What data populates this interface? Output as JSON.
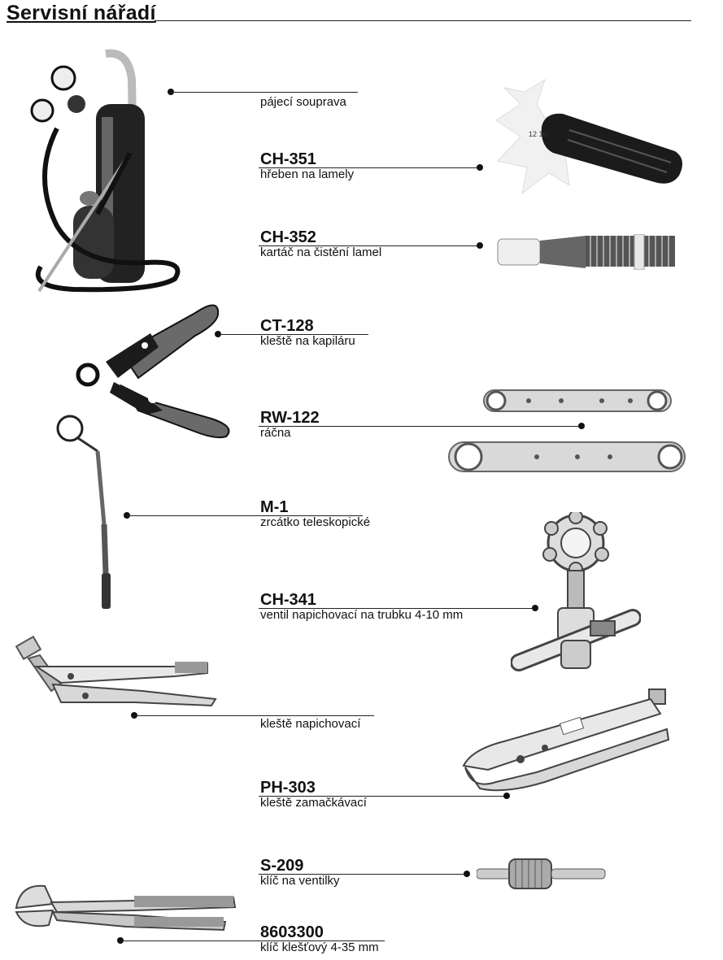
{
  "page": {
    "title": "Servisní nářadí"
  },
  "items": [
    {
      "code": "",
      "desc": "pájecí souprava",
      "icon": "brazing-kit-icon"
    },
    {
      "code": "CH-351",
      "desc": "hřeben na lamely",
      "icon": "fin-comb-icon"
    },
    {
      "code": "CH-352",
      "desc": "kartáč na čistění lamel",
      "icon": "fin-brush-icon"
    },
    {
      "code": "CT-128",
      "desc": "kleště na kapiláru",
      "icon": "capillary-cutter-icon"
    },
    {
      "code": "RW-122",
      "desc": "ráčna",
      "icon": "ratchet-wrench-icon"
    },
    {
      "code": "M-1",
      "desc": "zrcátko teleskopické",
      "icon": "telescopic-mirror-icon"
    },
    {
      "code": "CH-341",
      "desc": "ventil napichovací na trubku 4-10 mm",
      "icon": "piercing-valve-icon"
    },
    {
      "code": "",
      "desc": "kleště napichovací",
      "icon": "piercing-pliers-icon"
    },
    {
      "code": "PH-303",
      "desc": "kleště zamačkávací",
      "icon": "pinch-off-pliers-icon"
    },
    {
      "code": "S-209",
      "desc": "klíč na ventilky",
      "icon": "valve-core-key-icon"
    },
    {
      "code": "8603300",
      "desc": "klíč klešťový 4-35 mm",
      "icon": "plier-wrench-icon"
    }
  ]
}
